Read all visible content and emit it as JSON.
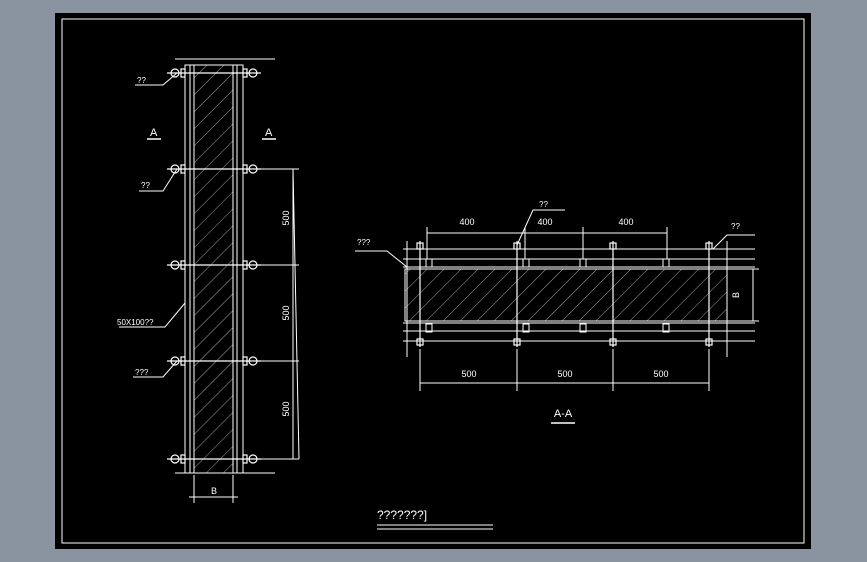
{
  "drawing": {
    "title": "???????]",
    "colors": {
      "background": "#000000",
      "outer": "#8a93a0",
      "line": "#ffffff",
      "hatch": "#cfcfcf"
    },
    "elevation": {
      "labels": {
        "top_callout": "??",
        "mid_callout": "??",
        "timber_callout": "50X100??",
        "bottom_callout": "???",
        "section_mark_left": "A",
        "section_mark_right": "A",
        "width_label": "B"
      },
      "dims": [
        "500",
        "500",
        "500"
      ]
    },
    "section": {
      "title": "A-A",
      "labels": {
        "left_callout": "???",
        "top_callout": "??",
        "right_callout": "??",
        "depth_label": "B"
      },
      "top_dims": [
        "400",
        "400",
        "400"
      ],
      "bottom_dims": [
        "500",
        "500",
        "500"
      ]
    }
  }
}
